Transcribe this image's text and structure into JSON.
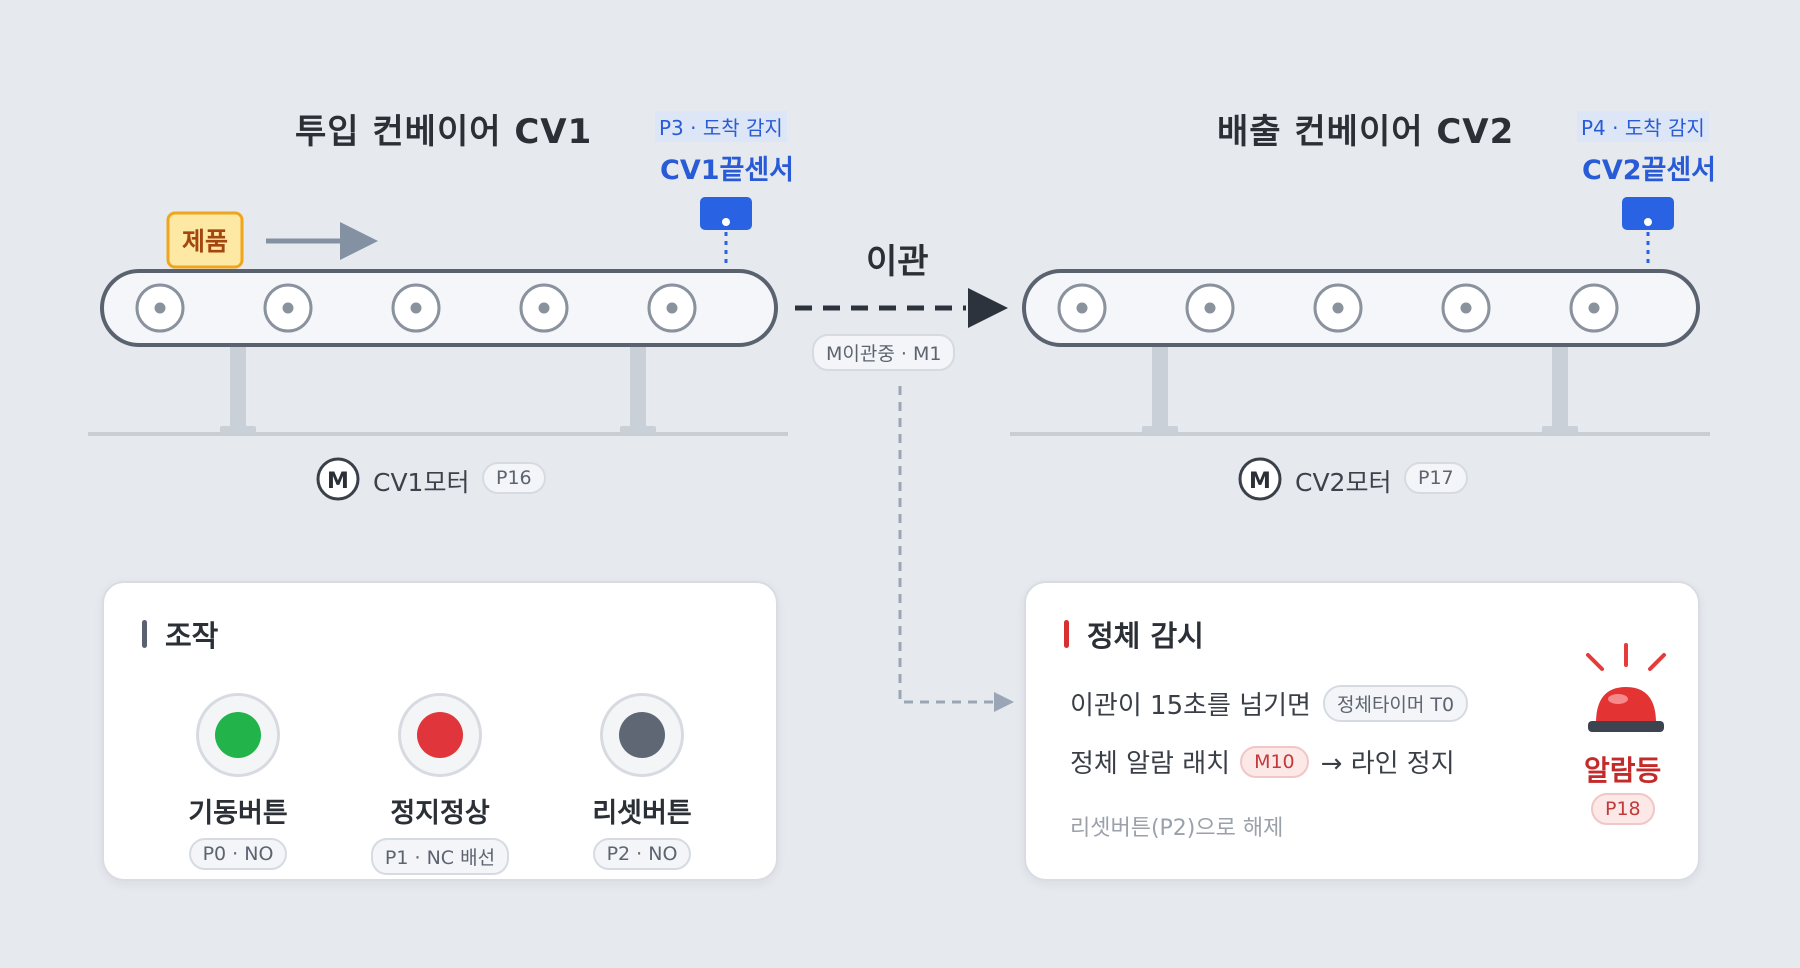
{
  "conveyor1": {
    "title": "투입 컨베이어 CV1",
    "sensor_tag": "P3 · 도착 감지",
    "sensor_name": "CV1끝센서",
    "product_label": "제품",
    "motor_symbol": "M",
    "motor_label": "CV1모터",
    "motor_pin": "P16"
  },
  "conveyor2": {
    "title": "배출 컨베이어 CV2",
    "sensor_tag": "P4 · 도착 감지",
    "sensor_name": "CV2끝센서",
    "motor_symbol": "M",
    "motor_label": "CV2모터",
    "motor_pin": "P17"
  },
  "transfer": {
    "title": "이관",
    "memory_label": "M이관중 · M1"
  },
  "controls": {
    "title": "조작",
    "buttons": [
      {
        "label": "기동버튼",
        "pin": "P0 · NO",
        "color": "#22b34a"
      },
      {
        "label": "정지정상",
        "pin": "P1 · NC 배선",
        "color": "#e0353a"
      },
      {
        "label": "리셋버튼",
        "pin": "P2 · NO",
        "color": "#5f6775"
      }
    ]
  },
  "monitor": {
    "title": "정체 감시",
    "line1_text": "이관이 15초를 넘기면",
    "line1_pill": "정체타이머 T0",
    "line2_text_before": "정체 알람 래치",
    "line2_pill": "M10",
    "line2_text_after": "→ 라인 정지",
    "note": "리셋버튼(P2)으로 해제",
    "alarm_label": "알람등",
    "alarm_pin": "P18"
  },
  "colors": {
    "accent_blue": "#2a5bd7",
    "alarm_red": "#d63030",
    "belt_outline": "#5a6270",
    "arrow_dark": "#2d333c"
  }
}
